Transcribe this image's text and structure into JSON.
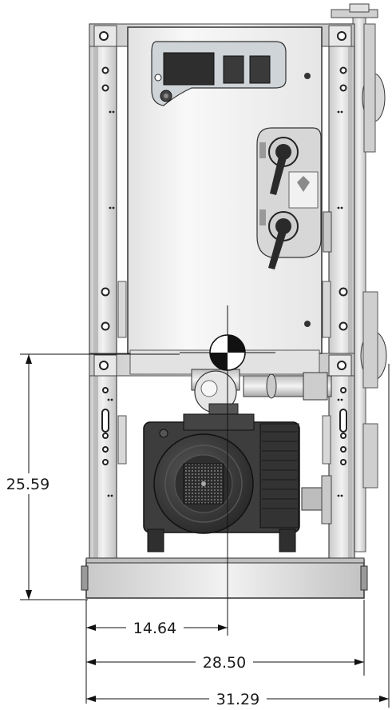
{
  "dimensions": {
    "height_center": "25.59",
    "width_center": "14.64",
    "width_frame": "28.50",
    "width_overall": "31.29"
  },
  "colors": {
    "frame": "#d6d6d6",
    "panel": "#efefef",
    "pump": "#3a3a3a",
    "line": "#1a1a1a"
  }
}
